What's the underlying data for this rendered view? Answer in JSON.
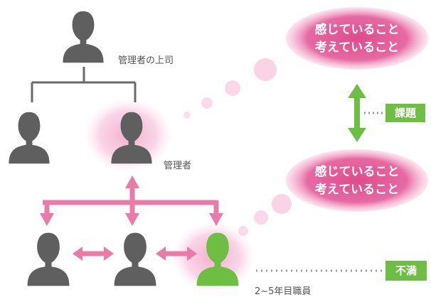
{
  "labels": {
    "boss": "管理者の上司",
    "manager": "管理者",
    "staff": "2~5年目職員"
  },
  "bubbles": {
    "top": {
      "line1": "感じていること",
      "line2": "考えていること"
    },
    "bottom": {
      "line1": "感じていること",
      "line2": "考えていること"
    }
  },
  "tags": {
    "issue": "課題",
    "dissatisfaction": "不満"
  },
  "colors": {
    "person_gray": "#5f5f5f",
    "person_green": "#6fbe44",
    "pink_arrow": "#ea7aa8",
    "pink_bubble": "#e05593",
    "pink_glow": "#f7b9d4",
    "green_arrow": "#6fbe44",
    "dot_gray": "#999999"
  }
}
